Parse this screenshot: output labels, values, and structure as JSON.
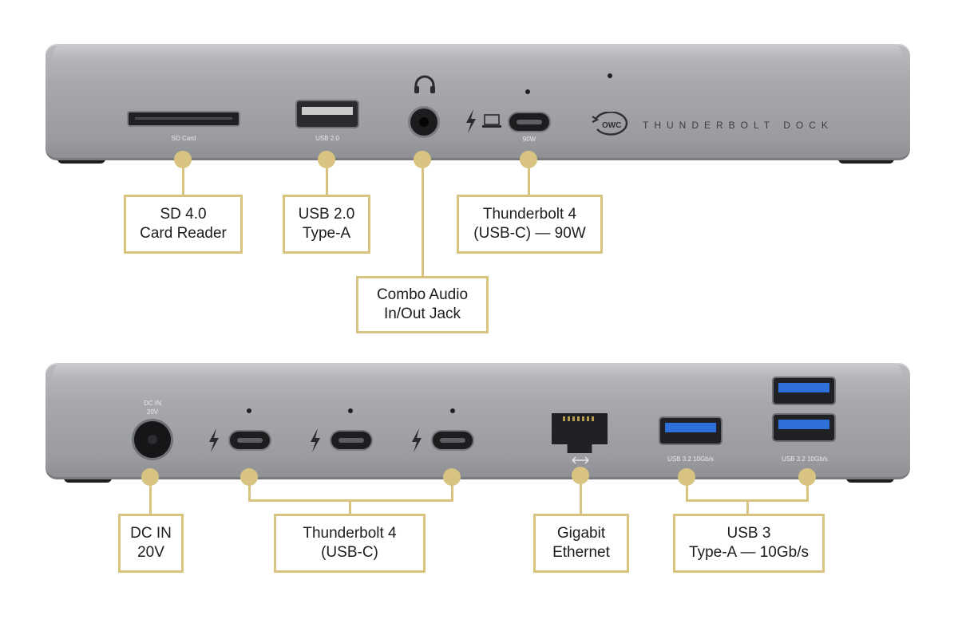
{
  "top_panel": {
    "port_labels": {
      "sd": "SD Card",
      "usb2": "USB 2.0",
      "tb_power": "90W"
    },
    "brand_text": "THUNDERBOLT DOCK",
    "logo_text": "OWC"
  },
  "bottom_panel": {
    "port_labels": {
      "dc_line1": "DC IN",
      "dc_line2": "20V",
      "usb3_a": "USB 3.2 10Gb/s",
      "usb3_b": "USB 3.2 10Gb/s"
    }
  },
  "callouts": {
    "sd": {
      "line1": "SD 4.0",
      "line2": "Card Reader"
    },
    "usb2": {
      "line1": "USB 2.0",
      "line2": "Type-A"
    },
    "tb4_90w": {
      "line1": "Thunderbolt 4",
      "line2": "(USB-C) — 90W"
    },
    "audio": {
      "line1": "Combo Audio",
      "line2": "In/Out Jack"
    },
    "dcin": {
      "line1": "DC IN",
      "line2": "20V"
    },
    "tb4": {
      "line1": "Thunderbolt 4",
      "line2": "(USB-C)"
    },
    "ethernet": {
      "line1": "Gigabit",
      "line2": "Ethernet"
    },
    "usb3": {
      "line1": "USB 3",
      "line2": "Type-A — 10Gb/s"
    }
  },
  "colors": {
    "callout_gold": "#d8c381",
    "device_gray": "#a6a8ac",
    "usb3_blue": "#2f6fd9"
  },
  "icons": [
    "headphones-icon",
    "thunderbolt-icon",
    "laptop-icon",
    "ethernet-arrows-icon",
    "owc-logo"
  ]
}
